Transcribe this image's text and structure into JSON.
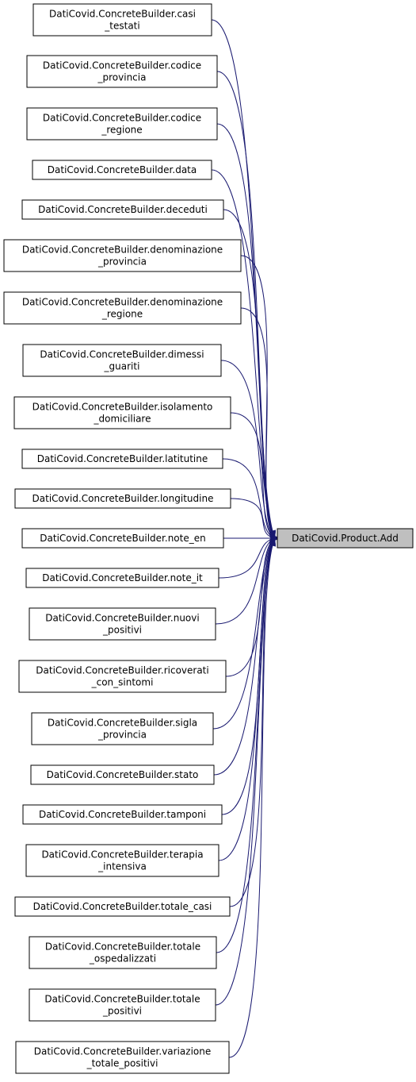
{
  "target": {
    "label": "DatiCovid.Product.Add"
  },
  "callers": [
    {
      "id": "casi_testati",
      "lines": [
        "DatiCovid.ConcreteBuilder.casi",
        "_testati"
      ]
    },
    {
      "id": "codice_provincia",
      "lines": [
        "DatiCovid.ConcreteBuilder.codice",
        "_provincia"
      ]
    },
    {
      "id": "codice_regione",
      "lines": [
        "DatiCovid.ConcreteBuilder.codice",
        "_regione"
      ]
    },
    {
      "id": "data",
      "lines": [
        "DatiCovid.ConcreteBuilder.data"
      ]
    },
    {
      "id": "deceduti",
      "lines": [
        "DatiCovid.ConcreteBuilder.deceduti"
      ]
    },
    {
      "id": "denominazione_provincia",
      "lines": [
        "DatiCovid.ConcreteBuilder.denominazione",
        "_provincia"
      ]
    },
    {
      "id": "denominazione_regione",
      "lines": [
        "DatiCovid.ConcreteBuilder.denominazione",
        "_regione"
      ]
    },
    {
      "id": "dimessi_guariti",
      "lines": [
        "DatiCovid.ConcreteBuilder.dimessi",
        "_guariti"
      ]
    },
    {
      "id": "isolamento_domiciliare",
      "lines": [
        "DatiCovid.ConcreteBuilder.isolamento",
        "_domiciliare"
      ]
    },
    {
      "id": "latitutine",
      "lines": [
        "DatiCovid.ConcreteBuilder.latitutine"
      ]
    },
    {
      "id": "longitudine",
      "lines": [
        "DatiCovid.ConcreteBuilder.longitudine"
      ]
    },
    {
      "id": "note_en",
      "lines": [
        "DatiCovid.ConcreteBuilder.note_en"
      ]
    },
    {
      "id": "note_it",
      "lines": [
        "DatiCovid.ConcreteBuilder.note_it"
      ]
    },
    {
      "id": "nuovi_positivi",
      "lines": [
        "DatiCovid.ConcreteBuilder.nuovi",
        "_positivi"
      ]
    },
    {
      "id": "ricoverati_con_sintomi",
      "lines": [
        "DatiCovid.ConcreteBuilder.ricoverati",
        "_con_sintomi"
      ]
    },
    {
      "id": "sigla_provincia",
      "lines": [
        "DatiCovid.ConcreteBuilder.sigla",
        "_provincia"
      ]
    },
    {
      "id": "stato",
      "lines": [
        "DatiCovid.ConcreteBuilder.stato"
      ]
    },
    {
      "id": "tamponi",
      "lines": [
        "DatiCovid.ConcreteBuilder.tamponi"
      ]
    },
    {
      "id": "terapia_intensiva",
      "lines": [
        "DatiCovid.ConcreteBuilder.terapia",
        "_intensiva"
      ]
    },
    {
      "id": "totale_casi",
      "lines": [
        "DatiCovid.ConcreteBuilder.totale_casi"
      ]
    },
    {
      "id": "totale_ospedalizzati",
      "lines": [
        "DatiCovid.ConcreteBuilder.totale",
        "_ospedalizzati"
      ]
    },
    {
      "id": "totale_positivi",
      "lines": [
        "DatiCovid.ConcreteBuilder.totale",
        "_positivi"
      ]
    },
    {
      "id": "variazione_totale_positivi",
      "lines": [
        "DatiCovid.ConcreteBuilder.variazione",
        "_totale_positivi"
      ]
    }
  ],
  "colors": {
    "edge": "#191970",
    "target_fill": "#bfbfbf",
    "node_border": "#000000"
  }
}
